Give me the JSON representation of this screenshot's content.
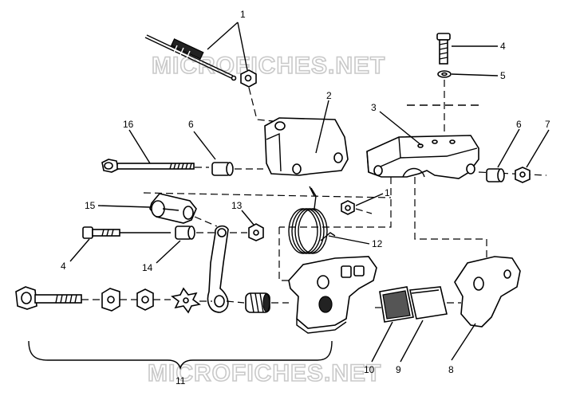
{
  "watermark": "MICROFICHES.NET",
  "callouts": {
    "c1a": "1",
    "c1b": "1",
    "c2": "2",
    "c3": "3",
    "c4a": "4",
    "c4b": "4",
    "c5": "5",
    "c6a": "6",
    "c6b": "6",
    "c7": "7",
    "c8": "8",
    "c9": "9",
    "c10": "10",
    "c11": "11",
    "c12": "12",
    "c13": "13",
    "c14": "14",
    "c15": "15",
    "c16": "16"
  }
}
